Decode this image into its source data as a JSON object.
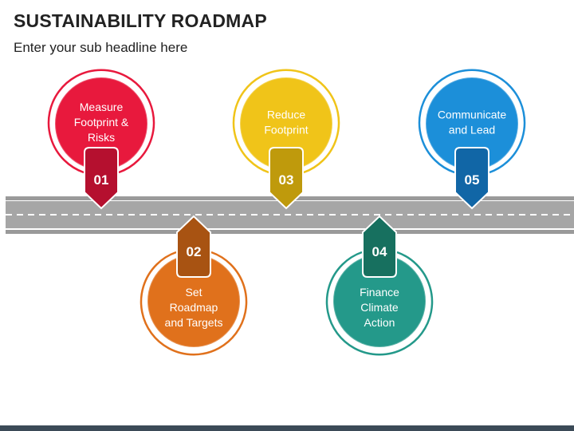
{
  "title": "SUSTAINABILITY ROADMAP",
  "subtitle": "Enter your sub headline here",
  "steps": [
    {
      "number": "01",
      "lines": [
        "Measure",
        "Footprint &",
        "Risks"
      ],
      "color": "#e8193d",
      "dark": "#b5102f",
      "position": "top"
    },
    {
      "number": "02",
      "lines": [
        "Set",
        "Roadmap",
        "and Targets"
      ],
      "color": "#e0711c",
      "dark": "#a85312",
      "position": "bottom"
    },
    {
      "number": "03",
      "lines": [
        "Reduce",
        "Footprint"
      ],
      "color": "#f0c419",
      "dark": "#bf9a0c",
      "position": "top"
    },
    {
      "number": "04",
      "lines": [
        "Finance",
        "Climate",
        "Action"
      ],
      "color": "#24998a",
      "dark": "#17705f",
      "position": "bottom"
    },
    {
      "number": "05",
      "lines": [
        "Communicate",
        "and Lead"
      ],
      "color": "#1c8fd9",
      "dark": "#1166a6",
      "position": "top"
    }
  ]
}
